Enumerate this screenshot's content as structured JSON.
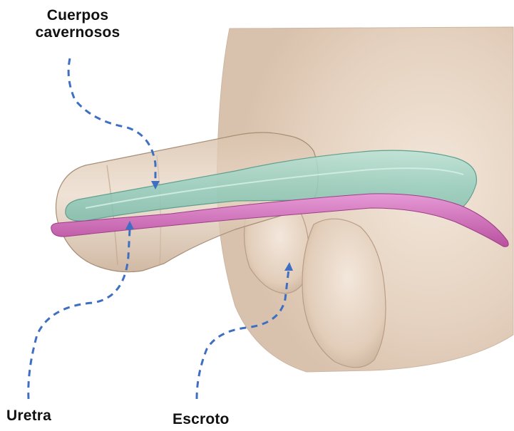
{
  "labels": {
    "corpora_line1": "Cuerpos",
    "corpora_line2": "cavernosos",
    "urethra": "Uretra",
    "scrotum": "Escroto"
  },
  "colors": {
    "skin": "#e8d6c4",
    "skin_shadow": "#c9b29c",
    "corpora": "#9fd3c4",
    "urethra": "#d46fc0",
    "leader": "#3f6fc2"
  }
}
